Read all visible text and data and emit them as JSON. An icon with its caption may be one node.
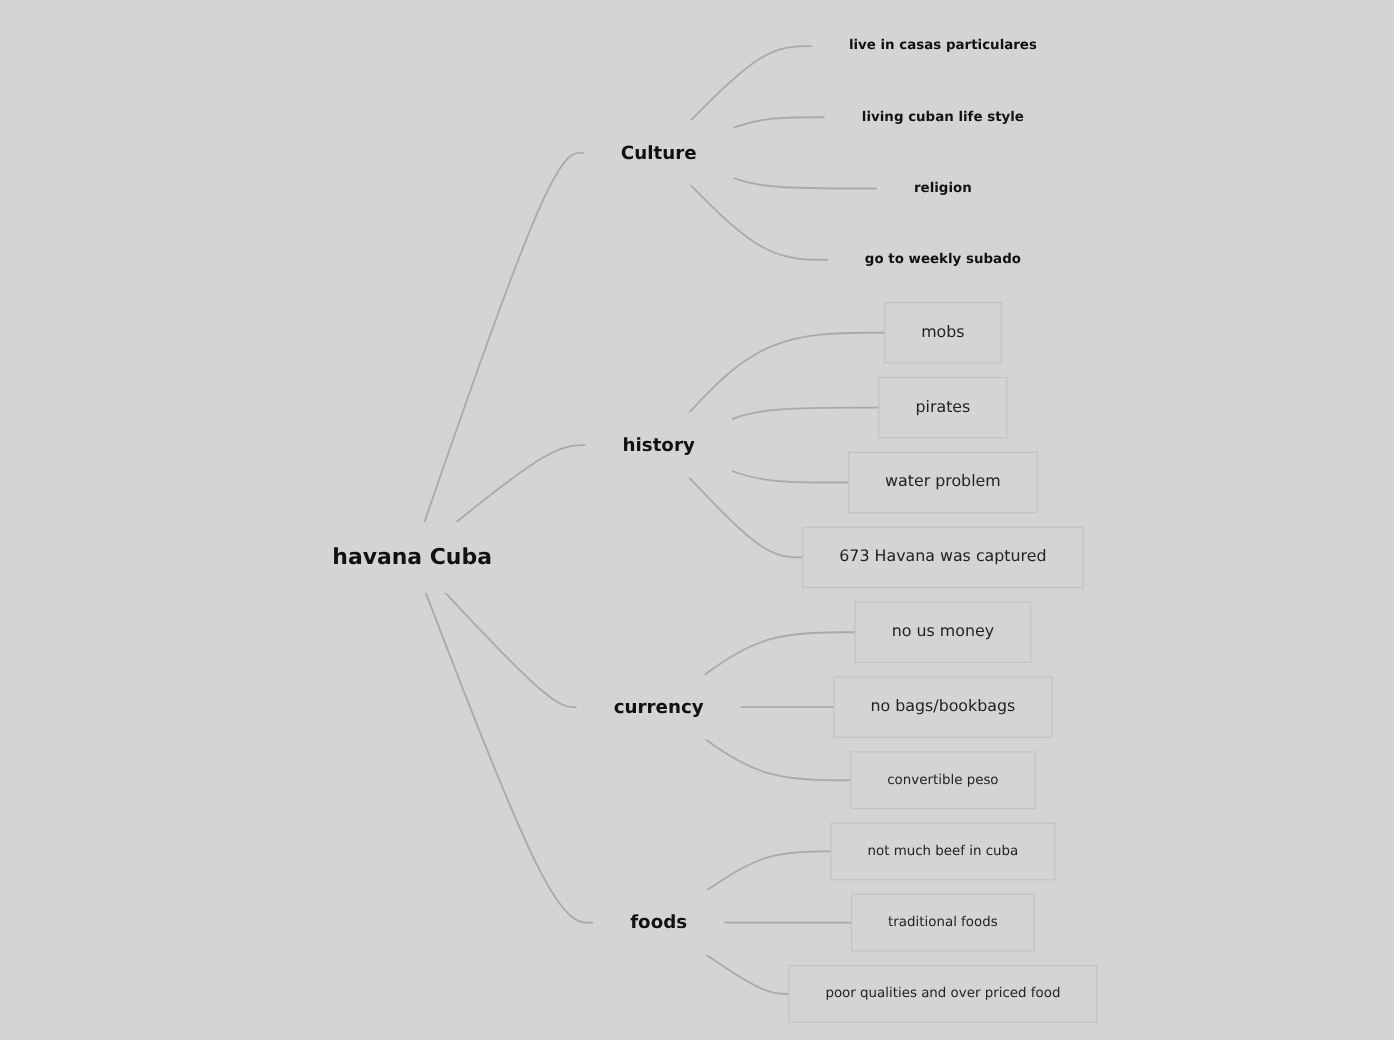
{
  "diagram": {
    "nodes": [
      {
        "text": [
          "havana Cuba"
        ]
      },
      {
        "text": [
          "Culture"
        ]
      },
      {
        "text": [
          "live in casas particulares"
        ]
      },
      {
        "text": [
          "living cuban life style"
        ]
      },
      {
        "text": [
          "religion"
        ]
      },
      {
        "text": [
          "go to weekly subado"
        ]
      },
      {
        "text": [
          "history"
        ]
      },
      {
        "text": [
          "mobs"
        ]
      },
      {
        "text": [
          "pirates"
        ]
      },
      {
        "text": [
          "water problem"
        ]
      },
      {
        "text": [
          "673 Havana was captured"
        ]
      },
      {
        "text": [
          "currency"
        ]
      },
      {
        "text": [
          "no us money"
        ]
      },
      {
        "text": [
          "no bags/bookbags"
        ]
      },
      {
        "text": [
          "convertible peso"
        ]
      },
      {
        "text": [
          "foods"
        ]
      },
      {
        "text": [
          "not much beef in cuba"
        ]
      },
      {
        "text": [
          "traditional foods"
        ]
      },
      {
        "text": [
          "poor qualities and over priced food"
        ]
      }
    ],
    "edges": [
      {
        "from": 0,
        "to": 1,
        "arrow": "none"
      },
      {
        "from": 1,
        "to": 2,
        "arrow": "none"
      },
      {
        "from": 1,
        "to": 3,
        "arrow": "none"
      },
      {
        "from": 1,
        "to": 4,
        "arrow": "none"
      },
      {
        "from": 1,
        "to": 5,
        "arrow": "none"
      },
      {
        "from": 0,
        "to": 6,
        "arrow": "none"
      },
      {
        "from": 6,
        "to": 7,
        "arrow": "none"
      },
      {
        "from": 6,
        "to": 8,
        "arrow": "none"
      },
      {
        "from": 6,
        "to": 9,
        "arrow": "none"
      },
      {
        "from": 6,
        "to": 10,
        "arrow": "none"
      },
      {
        "from": 0,
        "to": 11,
        "arrow": "none"
      },
      {
        "from": 11,
        "to": 12,
        "arrow": "none"
      },
      {
        "from": 11,
        "to": 13,
        "arrow": "none"
      },
      {
        "from": 11,
        "to": 14,
        "arrow": "none"
      },
      {
        "from": 0,
        "to": 15,
        "arrow": "none"
      },
      {
        "from": 15,
        "to": 16,
        "arrow": "none"
      },
      {
        "from": 15,
        "to": 17,
        "arrow": "none"
      },
      {
        "from": 15,
        "to": 18,
        "arrow": "none"
      }
    ]
  }
}
